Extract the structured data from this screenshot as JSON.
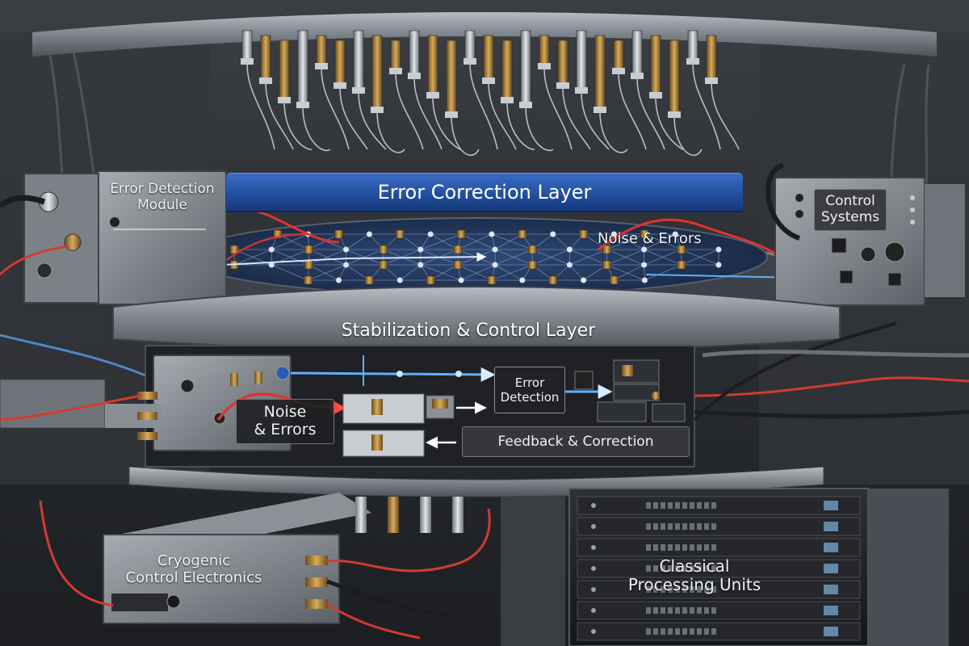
{
  "labels": {
    "error_correction_layer": "Error Correction Layer",
    "error_detection_module_1": "Error Detection",
    "error_detection_module_2": "Module",
    "control_systems_1": "Control",
    "control_systems_2": "Systems",
    "noise_errors_top": "Noise & Errors",
    "stabilization_layer": "Stabilization & Control Layer",
    "noise_1": "Noise",
    "noise_2": "& Errors",
    "error_detection_1": "Error",
    "error_detection_2": "Detection",
    "feedback_correction": "Feedback & Correction",
    "cryogenic_1": "Cryogenic",
    "cryogenic_2": "Control Electronics",
    "classical_1": "Classical",
    "classical_2": "Processing Units"
  },
  "colors": {
    "banner_blue": "#2a5cb4",
    "signal_blue": "#5fb0ff",
    "noise_red": "#e0332e",
    "metal": "#8a8f96"
  },
  "icons": [
    "arrow-icon",
    "connector-icon",
    "qubit-chip-icon"
  ]
}
